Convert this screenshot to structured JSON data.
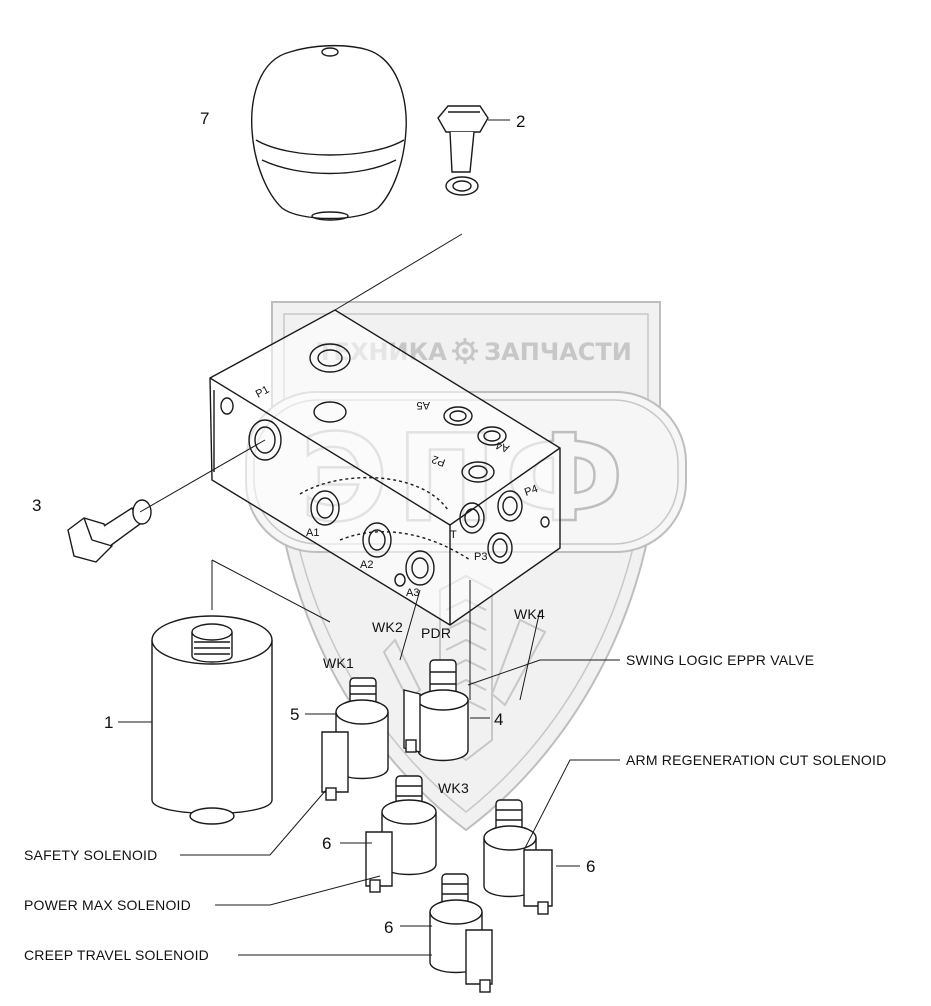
{
  "watermark": {
    "top_line_left": "ТЕХНИКА",
    "top_line_right": "ЗАПЧАСТИ",
    "big_text": "ЭПФ",
    "color": "#9a9a9a"
  },
  "callouts": {
    "n1": "1",
    "n2": "2",
    "n3": "3",
    "n4": "4",
    "n5": "5",
    "n6a": "6",
    "n6b": "6",
    "n6c": "6",
    "n7": "7"
  },
  "tags": {
    "wk1": "WK1",
    "wk2": "WK2",
    "wk3": "WK3",
    "wk4": "WK4",
    "pdr": "PDR"
  },
  "ports": {
    "p1": "P1",
    "p2": "P2",
    "p3": "P3",
    "p4": "P4",
    "a1": "A1",
    "a2": "A2",
    "a3": "A3",
    "a4": "A4",
    "a5": "A5",
    "t": "T"
  },
  "captions": {
    "swing": "SWING LOGIC EPPR VALVE",
    "arm": "ARM REGENERATION CUT SOLENOID",
    "safety": "SAFETY SOLENOID",
    "power": "POWER MAX SOLENOID",
    "creep": "CREEP TRAVEL SOLENOID"
  },
  "colors": {
    "line": "#1a1a1a",
    "watermark": "#9a9a9a"
  }
}
